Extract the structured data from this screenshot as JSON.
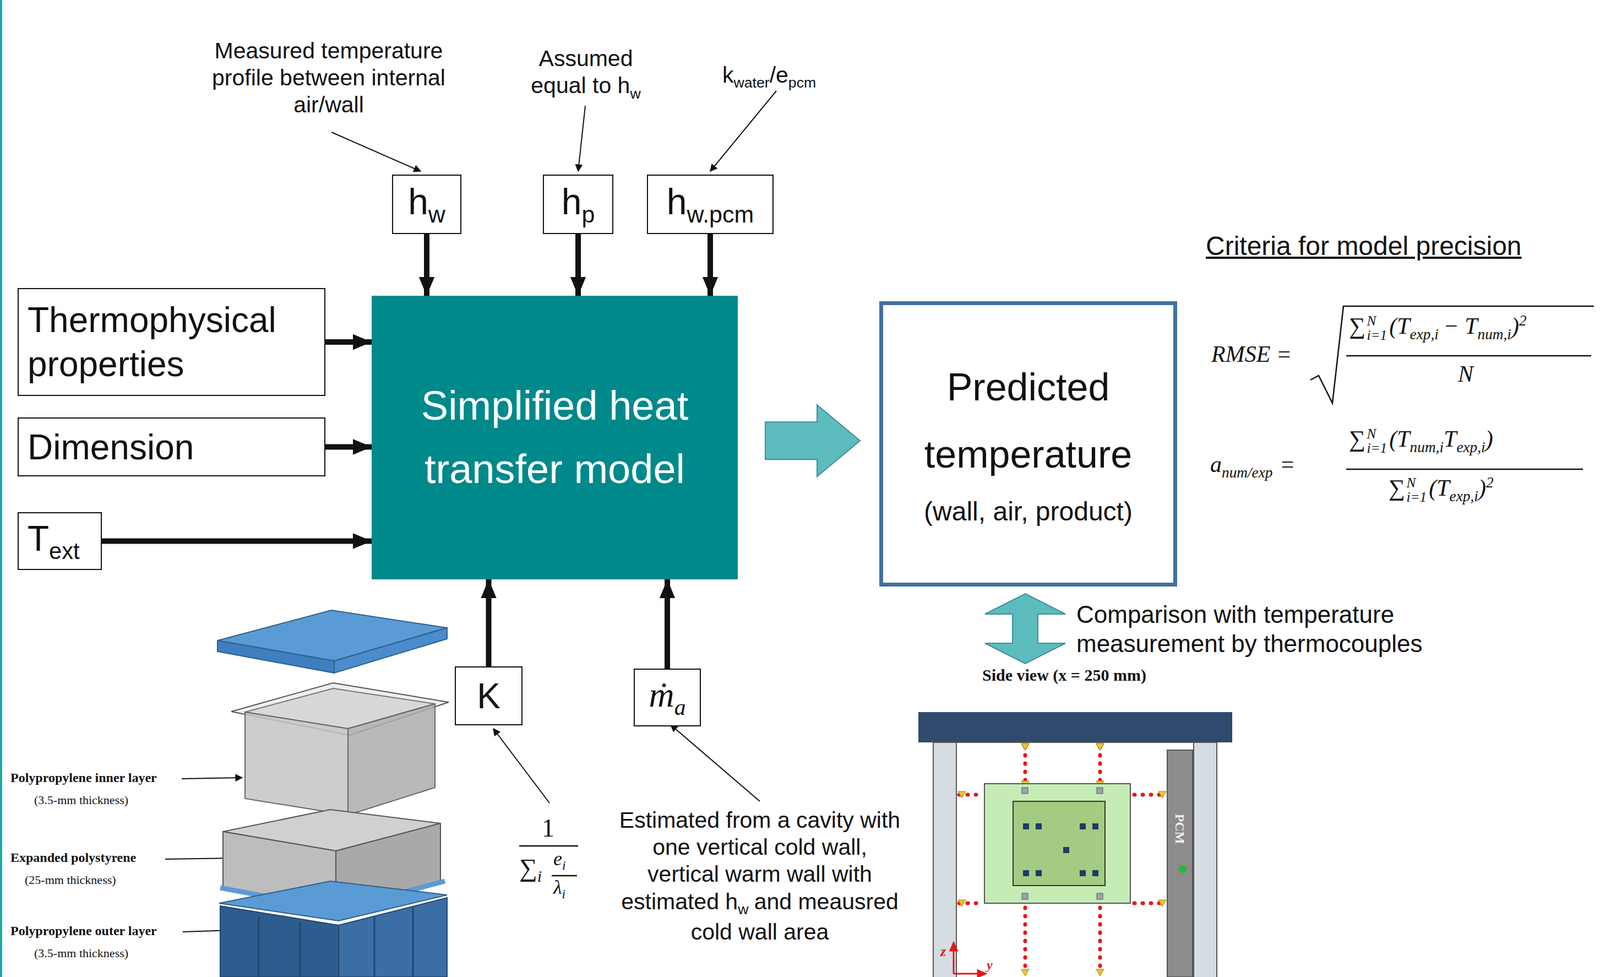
{
  "diagram": {
    "nodes": [
      {
        "text": [
          "h",
          "w"
        ]
      },
      {
        "text": [
          "h",
          "p"
        ]
      },
      {
        "text": [
          "h",
          "w.pcm"
        ]
      },
      {
        "text": [
          "Thermophysical properties"
        ]
      },
      {
        "text": [
          "Dimension"
        ]
      },
      {
        "text": [
          "T",
          "ext"
        ]
      },
      {
        "text": [
          "Simplified heat transfer model"
        ]
      },
      {
        "text": [
          "K"
        ]
      },
      {
        "text": [
          "ṁ",
          "a"
        ]
      },
      {
        "text": [
          "Predicted temperature",
          "(wall, air, product)"
        ]
      }
    ],
    "edges": [
      {
        "from": 0,
        "to": 6,
        "arrow": "to"
      },
      {
        "from": 1,
        "to": 6,
        "arrow": "to"
      },
      {
        "from": 2,
        "to": 6,
        "arrow": "to"
      },
      {
        "from": 3,
        "to": 6,
        "arrow": "to"
      },
      {
        "from": 4,
        "to": 6,
        "arrow": "to"
      },
      {
        "from": 5,
        "to": 6,
        "arrow": "to"
      },
      {
        "from": 7,
        "to": 6,
        "arrow": "to"
      },
      {
        "from": 8,
        "to": 6,
        "arrow": "to"
      },
      {
        "from": 6,
        "to": 9,
        "arrow": "to"
      }
    ],
    "labels": [
      "Measured temperature profile between internal air/wall",
      "Assumed equal to h",
      "w",
      "k",
      "water",
      "/e",
      "pcm",
      "Criteria for model precision",
      "RMSE =",
      "∑",
      "N",
      "i=1",
      "(T",
      "exp,i",
      "− T",
      "num,i",
      ")",
      "2",
      "N",
      "a",
      "num/exp",
      "=",
      "∑",
      "N",
      "i=1",
      "(T",
      "num,i",
      "T",
      "exp,i",
      ")",
      "∑",
      "N",
      "i=1",
      "(T",
      "exp,i",
      ")",
      "2",
      "Comparison with temperature measurement by thermocouples",
      "Side view (x = 250 mm)",
      "PCM",
      "z",
      "y",
      "Polypropylene inner layer",
      "(3.5-mm thickness)",
      "Expanded polystyrene",
      "(25-mm thickness)",
      "Polypropylene outer layer",
      "(3.5-mm thickness)",
      "1",
      "∑",
      "i",
      "e",
      "i",
      "λ",
      "i",
      "Estimated from a cavity with one vertical cold wall, vertical warm wall with estimated h",
      "w",
      "and meausred cold wall area"
    ]
  }
}
